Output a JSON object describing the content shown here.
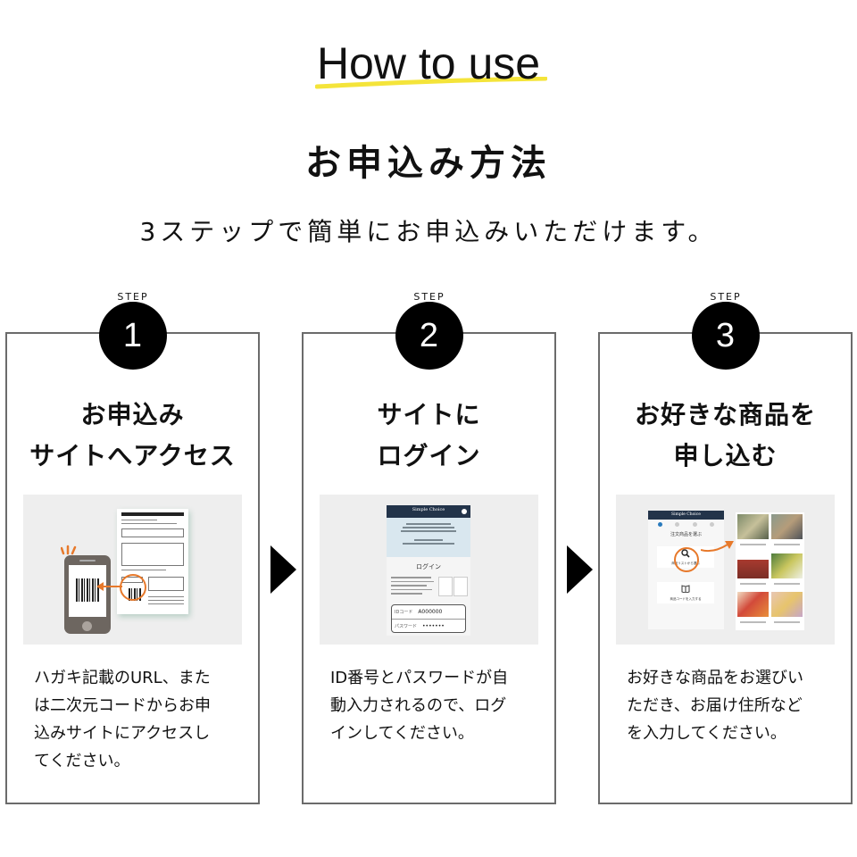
{
  "header": {
    "title_en": "How to use",
    "title_jp": "お申込み方法",
    "subtitle": "3ステップで簡単にお申込みいただけます。",
    "underline_color": "#f4e43a"
  },
  "step_word": "STEP",
  "steps": [
    {
      "number": "1",
      "title_lines": [
        "お申込み",
        "サイトへアクセス"
      ],
      "desc_lines": [
        "ハガキ記載のURL、また",
        "は二次元コードからお申",
        "込みサイトにアクセスし",
        "てください。"
      ],
      "illustration": "phone-scanning-qr-on-postcard"
    },
    {
      "number": "2",
      "title_lines": [
        "サイトに",
        "ログイン"
      ],
      "desc_lines": [
        "ID番号とパスワードが自",
        "動入力されるので、ログ",
        "インしてください。"
      ],
      "illustration": "login-screen",
      "mock": {
        "brand": "Simple Choice",
        "login_heading": "ログイン",
        "id_label": "IDコード",
        "id_value": "A000000",
        "pw_label": "パスワード",
        "pw_value": "•••••••"
      }
    },
    {
      "number": "3",
      "title_lines": [
        "お好きな商品を",
        "申し込む"
      ],
      "desc_lines": [
        "お好きな商品をお選びい",
        "ただき、お届け住所など",
        "を入力してください。"
      ],
      "illustration": "product-selection-screen",
      "mock": {
        "brand": "Simple Choice",
        "heading": "注文商品を選ぶ",
        "option_list": "商品リストから選ぶ",
        "option_code": "商品コードを入力する"
      }
    }
  ],
  "colors": {
    "accent_orange": "#e7792b",
    "mock_header_navy": "#23344a",
    "illustration_bg": "#eeeeee",
    "border_gray": "#6b6b6b"
  }
}
